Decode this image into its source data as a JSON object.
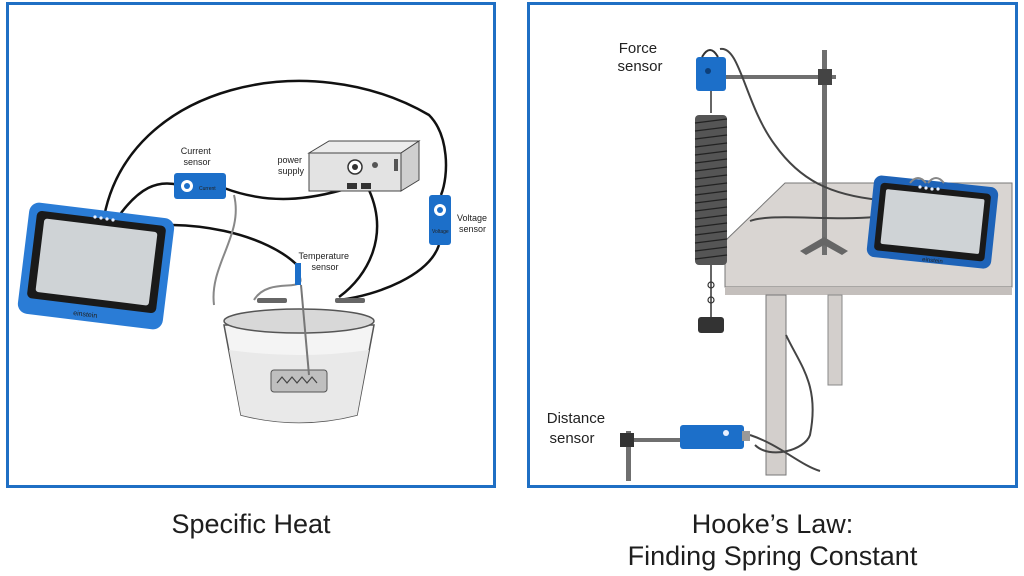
{
  "panels": {
    "left": {
      "caption": "Specific Heat",
      "labels": {
        "current_sensor": [
          "Current",
          "sensor"
        ],
        "power_supply": [
          "power",
          "supply"
        ],
        "voltage_sensor": [
          "Voltage",
          "sensor"
        ],
        "temperature_sensor": [
          "Temperature",
          "sensor"
        ]
      },
      "device_brand": "einstein",
      "current_badge": "Current",
      "voltage_badge": "Voltage"
    },
    "right": {
      "caption_lines": [
        "Hooke’s Law:",
        "Finding Spring Constant"
      ],
      "labels": {
        "force_sensor": [
          "Force",
          "sensor"
        ],
        "distance_sensor": [
          "Distance",
          "sensor"
        ]
      },
      "device_brand": "einstein"
    }
  },
  "colors": {
    "frame": "#1f6fc4",
    "sensor_blue": "#1c6fc9",
    "tablet_frame": "#2a7cd6",
    "table_top": "#d9d5d2",
    "cable": "#111111"
  }
}
